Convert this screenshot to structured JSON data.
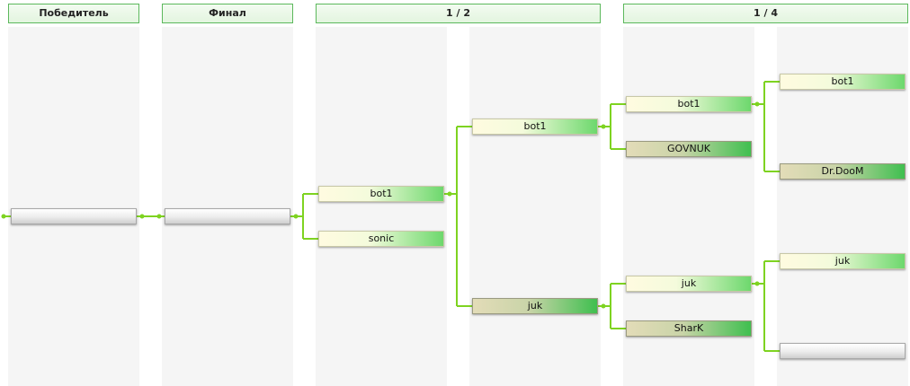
{
  "headers": {
    "winner": "Победитель",
    "final": "Финал",
    "semi": "1 / 2",
    "quarter": "1 / 4"
  },
  "bracket": {
    "winner_slot": "",
    "final_slot": "",
    "semifinal": [
      "bot1",
      "sonic"
    ],
    "quarterfinal": [
      "bot1",
      "juk"
    ],
    "round_of_8": [
      "bot1",
      "GOVNUK",
      "juk",
      "SharK"
    ],
    "round_of_16": [
      "bot1",
      "Dr.DooM",
      "juk",
      ""
    ]
  },
  "colors": {
    "connector": "#7ed321",
    "header_border": "#5cb85c"
  }
}
